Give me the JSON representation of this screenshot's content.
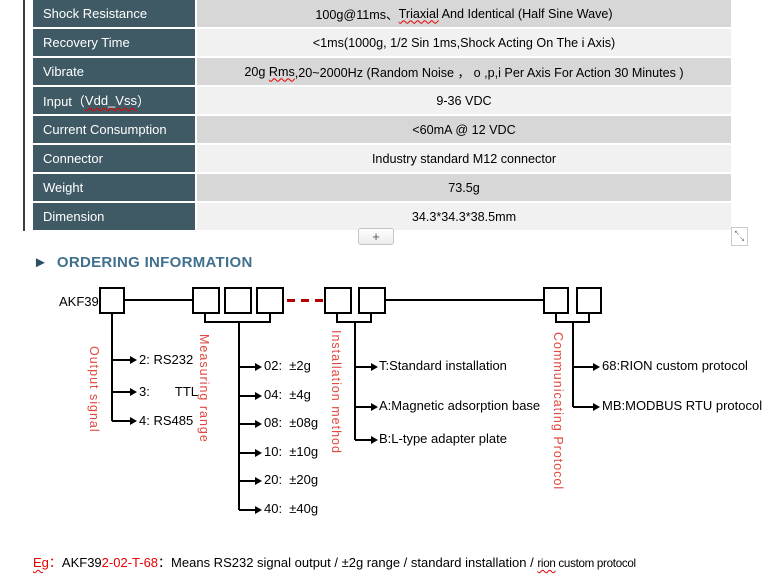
{
  "colors": {
    "header_bg": "#3f5a64",
    "row_shade_dark": "#d7d7d7",
    "row_shade_light": "#f1f1f1",
    "title_blue": "#41708e",
    "diagram_label_red": "#e0483f",
    "code_red": "#e60000",
    "dash_red": "#b20000"
  },
  "spec_table": {
    "rows": [
      {
        "label": [
          {
            "t": "Shock Resistance"
          }
        ],
        "value": [
          {
            "t": "100g@11ms、"
          },
          {
            "t": "Triaxial",
            "cls": "wavy"
          },
          {
            "t": " And Identical (Half Sine Wave)"
          }
        ]
      },
      {
        "label": [
          {
            "t": "Recovery Time"
          }
        ],
        "value": [
          {
            "t": "<1ms(1000g, 1/2 Sin 1ms,Shock Acting On The i Axis)"
          }
        ]
      },
      {
        "label": [
          {
            "t": "Vibrate"
          }
        ],
        "value": [
          {
            "t": "20g "
          },
          {
            "t": "Rms",
            "cls": "wavy"
          },
          {
            "t": ",20~2000Hz (Random Noise ， o ,p,i Per Axis For Action 30 Minutes )"
          }
        ]
      },
      {
        "label": [
          {
            "t": "Input（"
          },
          {
            "t": "Vdd_Vss",
            "cls": "wavy"
          },
          {
            "t": "）"
          }
        ],
        "value": [
          {
            "t": "9-36 VDC"
          }
        ]
      },
      {
        "label": [
          {
            "t": "Current Consumption"
          }
        ],
        "value": [
          {
            "t": "<60mA @ 12 VDC"
          }
        ]
      },
      {
        "label": [
          {
            "t": "Connector"
          }
        ],
        "value": [
          {
            "t": "Industry standard M12 connector"
          }
        ]
      },
      {
        "label": [
          {
            "t": "Weight"
          }
        ],
        "value": [
          {
            "t": "73.5g"
          }
        ]
      },
      {
        "label": [
          {
            "t": "Dimension"
          }
        ],
        "value": [
          {
            "t": "34.3*34.3*38.5mm"
          }
        ]
      }
    ]
  },
  "table_controls": {
    "add_button_label": "+",
    "expand_nw": "↖",
    "expand_se": "↘"
  },
  "ordering": {
    "arrow_icon": "►",
    "title": "ORDERING INFORMATION",
    "model_prefix": "AKF39",
    "groups": [
      {
        "label": "Output signal",
        "options": [
          "2: RS232",
          "3:       TTL",
          "4: RS485"
        ]
      },
      {
        "label": "Measuring range",
        "options": [
          "02:  ±2g",
          "04:  ±4g",
          "08:  ±08g",
          "10:  ±10g",
          "20:  ±20g",
          "40:  ±40g"
        ]
      },
      {
        "label": "Installation method",
        "options": [
          "T:Standard installation",
          "A:Magnetic adsorption base",
          "B:L-type adapter plate"
        ]
      },
      {
        "label": "Communicating Protocol",
        "options": [
          "68:RION custom protocol",
          "MB:MODBUS RTU protocol"
        ]
      }
    ]
  },
  "example": {
    "segments": [
      {
        "t": "Eg",
        "cls": "red wavy"
      },
      {
        "t": "：",
        "cls": "red"
      },
      {
        "t": "AKF39"
      },
      {
        "t": "2-02-T-68",
        "cls": "red"
      },
      {
        "t": "：Means RS232 signal output / ±2g range / standard installation / "
      },
      {
        "t": "rion",
        "cls": "narrow wavy"
      },
      {
        "t": " custom protocol",
        "cls": "narrow"
      }
    ]
  }
}
